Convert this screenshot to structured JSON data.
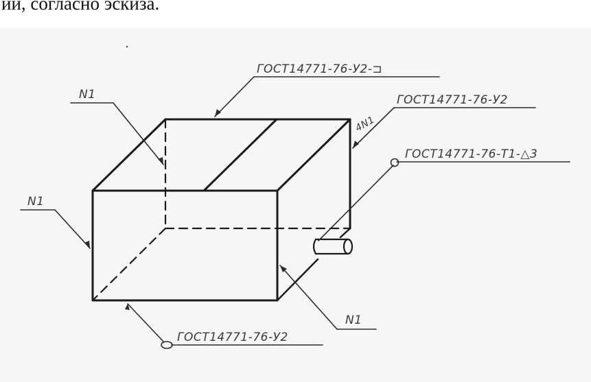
{
  "header": {
    "caption": "ии, согласно эскиза."
  },
  "diagram": {
    "labels": {
      "top_weld": "ГОСТ14771-76-У2-⊐",
      "right_weld": "ГОСТ14771-76-У2",
      "corner_weld": "4N1",
      "pipe_weld": "ГОСТ14771-76-Т1-△3",
      "n1_top_left": "N1",
      "n1_left": "N1",
      "n1_bottom_right": "N1",
      "bottom_weld": "ГОСТ14771-76-У2"
    }
  }
}
